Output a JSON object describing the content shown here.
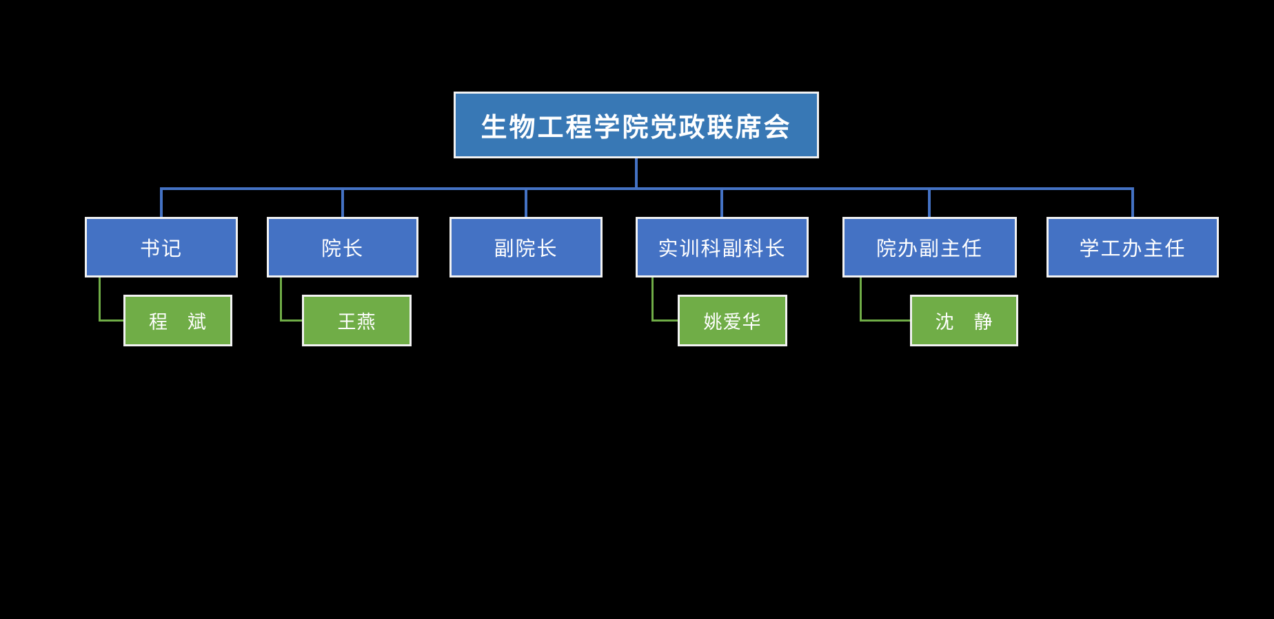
{
  "diagram": {
    "title": "生物工程学院党政联席会",
    "nodes": [
      {
        "role": "书记",
        "person": "程　斌"
      },
      {
        "role": "院长",
        "person": "王燕"
      },
      {
        "role": "副院长",
        "person": ""
      },
      {
        "role": "实训科副科长",
        "person": "姚爱华"
      },
      {
        "role": "院办副主任",
        "person": "沈　静"
      },
      {
        "role": "学工办主任",
        "person": ""
      }
    ]
  },
  "colors": {
    "background": "#000000",
    "root_fill": "#3878b5",
    "role_fill": "#4472c4",
    "person_fill": "#70ad47",
    "blue_line": "#4472c4",
    "green_line": "#70ad47",
    "box_border": "#f2f2f2",
    "text": "#ffffff"
  }
}
